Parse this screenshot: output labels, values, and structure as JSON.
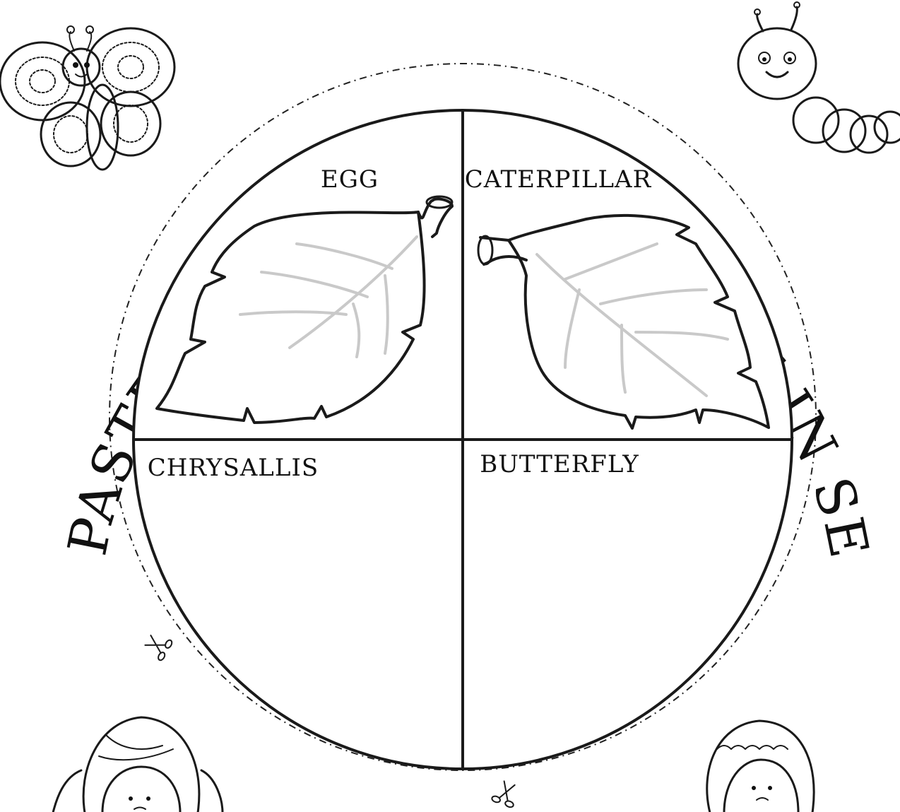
{
  "heading": "CUT AND PASTE IT ON A PAPER PLATE IN SEQUENCE",
  "sections": {
    "egg": "EGG",
    "caterpillar": "CATERPILLAR",
    "chrysalis": "CHRYSALLIS",
    "butterfly": "BUTTERFLY"
  },
  "icons": {
    "butterfly": "butterfly-icon",
    "caterpillar": "caterpillar-icon",
    "scissors": "scissors-icon",
    "girl": "girl-icon",
    "boy": "boy-icon",
    "leaf": "leaf-icon"
  },
  "colors": {
    "ink": "#111111",
    "vein": "#c9c9c9",
    "paper": "#ffffff"
  }
}
